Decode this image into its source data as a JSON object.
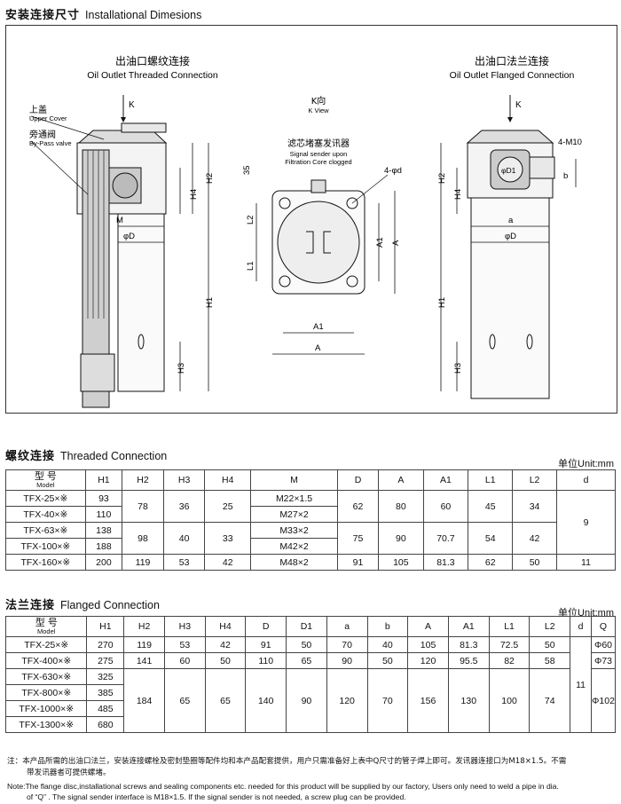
{
  "sections": {
    "install": {
      "cn": "安装连接尺寸",
      "en": "Installational Dimesions"
    },
    "threaded": {
      "cn": "螺纹连接",
      "en": "Threaded Connection"
    },
    "flanged": {
      "cn": "法兰连接",
      "en": "Flanged Connection"
    }
  },
  "unit_label": "单位Unit:mm",
  "drawing": {
    "left_title_cn": "出油口螺纹连接",
    "left_title_en": "Oil Outlet Threaded Connection",
    "right_title_cn": "出油口法兰连接",
    "right_title_en": "Oil Outlet Flanged Connection",
    "k_view_cn": "K向",
    "k_view_en": "K View",
    "upper_cover_cn": "上盖",
    "upper_cover_en": "Upper Cover",
    "bypass_cn": "旁通阀",
    "bypass_en": "By-Pass valve",
    "signal_cn": "滤芯堵塞发讯器",
    "signal_en1": "Signal sender upon",
    "signal_en2": "Filtration Core clogged",
    "k": "K",
    "dims": {
      "H2": "H2",
      "H4": "H4",
      "H1": "H1",
      "H3": "H3",
      "M": "M",
      "phiD": "φD",
      "L1": "L1",
      "L2": "L2",
      "A": "A",
      "A1": "A1",
      "d4": "4-φd",
      "n35": "35",
      "m10": "4-M10",
      "b": "b",
      "a": "a",
      "D1": "φD1"
    }
  },
  "threaded_table": {
    "model_cn": "型 号",
    "model_en": "Model",
    "headers": [
      "H1",
      "H2",
      "H3",
      "H4",
      "M",
      "D",
      "A",
      "A1",
      "L1",
      "L2",
      "d"
    ],
    "rows": [
      {
        "model": "TFX-25×※",
        "H1": "93",
        "M": "M22×1.5"
      },
      {
        "model": "TFX-40×※",
        "H1": "110",
        "M": "M27×2"
      },
      {
        "model": "TFX-63×※",
        "H1": "138",
        "M": "M33×2"
      },
      {
        "model": "TFX-100×※",
        "H1": "188",
        "M": "M42×2"
      },
      {
        "model": "TFX-160×※",
        "H1": "200",
        "M": "M48×2"
      }
    ],
    "groupA": {
      "H2": "78",
      "H3": "36",
      "H4": "25",
      "D": "62",
      "A": "80",
      "A1": "60",
      "L1": "45",
      "L2": "34"
    },
    "groupB": {
      "H2": "98",
      "H3": "40",
      "H4": "33",
      "D": "75",
      "A": "90",
      "A1": "70.7",
      "L1": "54",
      "L2": "42"
    },
    "groupC": {
      "H2": "119",
      "H3": "53",
      "H4": "42",
      "D": "91",
      "A": "105",
      "A1": "81.3",
      "L1": "62",
      "L2": "50",
      "d": "11"
    },
    "d_merged": "9"
  },
  "flanged_table": {
    "model_cn": "型 号",
    "model_en": "Model",
    "headers": [
      "H1",
      "H2",
      "H3",
      "H4",
      "D",
      "D1",
      "a",
      "b",
      "A",
      "A1",
      "L1",
      "L2",
      "d",
      "Q"
    ],
    "row1": [
      "TFX-25×※",
      "270",
      "119",
      "53",
      "42",
      "91",
      "50",
      "70",
      "40",
      "105",
      "81.3",
      "72.5",
      "50"
    ],
    "row2": [
      "TFX-400×※",
      "275",
      "141",
      "60",
      "50",
      "110",
      "65",
      "90",
      "50",
      "120",
      "95.5",
      "82",
      "58"
    ],
    "rest_models": [
      "TFX-630×※",
      "TFX-800×※",
      "TFX-1000×※",
      "TFX-1300×※"
    ],
    "rest_h1": [
      "325",
      "385",
      "485",
      "680"
    ],
    "rest_group": [
      "184",
      "65",
      "65",
      "140",
      "90",
      "120",
      "70",
      "156",
      "130",
      "100",
      "74"
    ],
    "d_merged": "11",
    "q1": "Φ60",
    "q2": "Φ73",
    "q3": "Φ102"
  },
  "notes": {
    "cn1": "注：本产品所需的出油口法兰，安装连接螺栓及密封垫圈等配件均和本产品配套提供，用户只需准备好上表中Q尺寸的管子焊上即可。发讯器连接口为M18×1.5。不需",
    "cn2": "带发讯器者可提供螺堵。",
    "en1": "Note:The flange disc,installational screws and sealing components etc. needed for this product will be supplied by our factory, Users only need to weld a pipe in dia.",
    "en2": "of  “Q” . The signal sender interface is M18×1.5. If the signal sender is not needed, a screw plug can be provided."
  }
}
